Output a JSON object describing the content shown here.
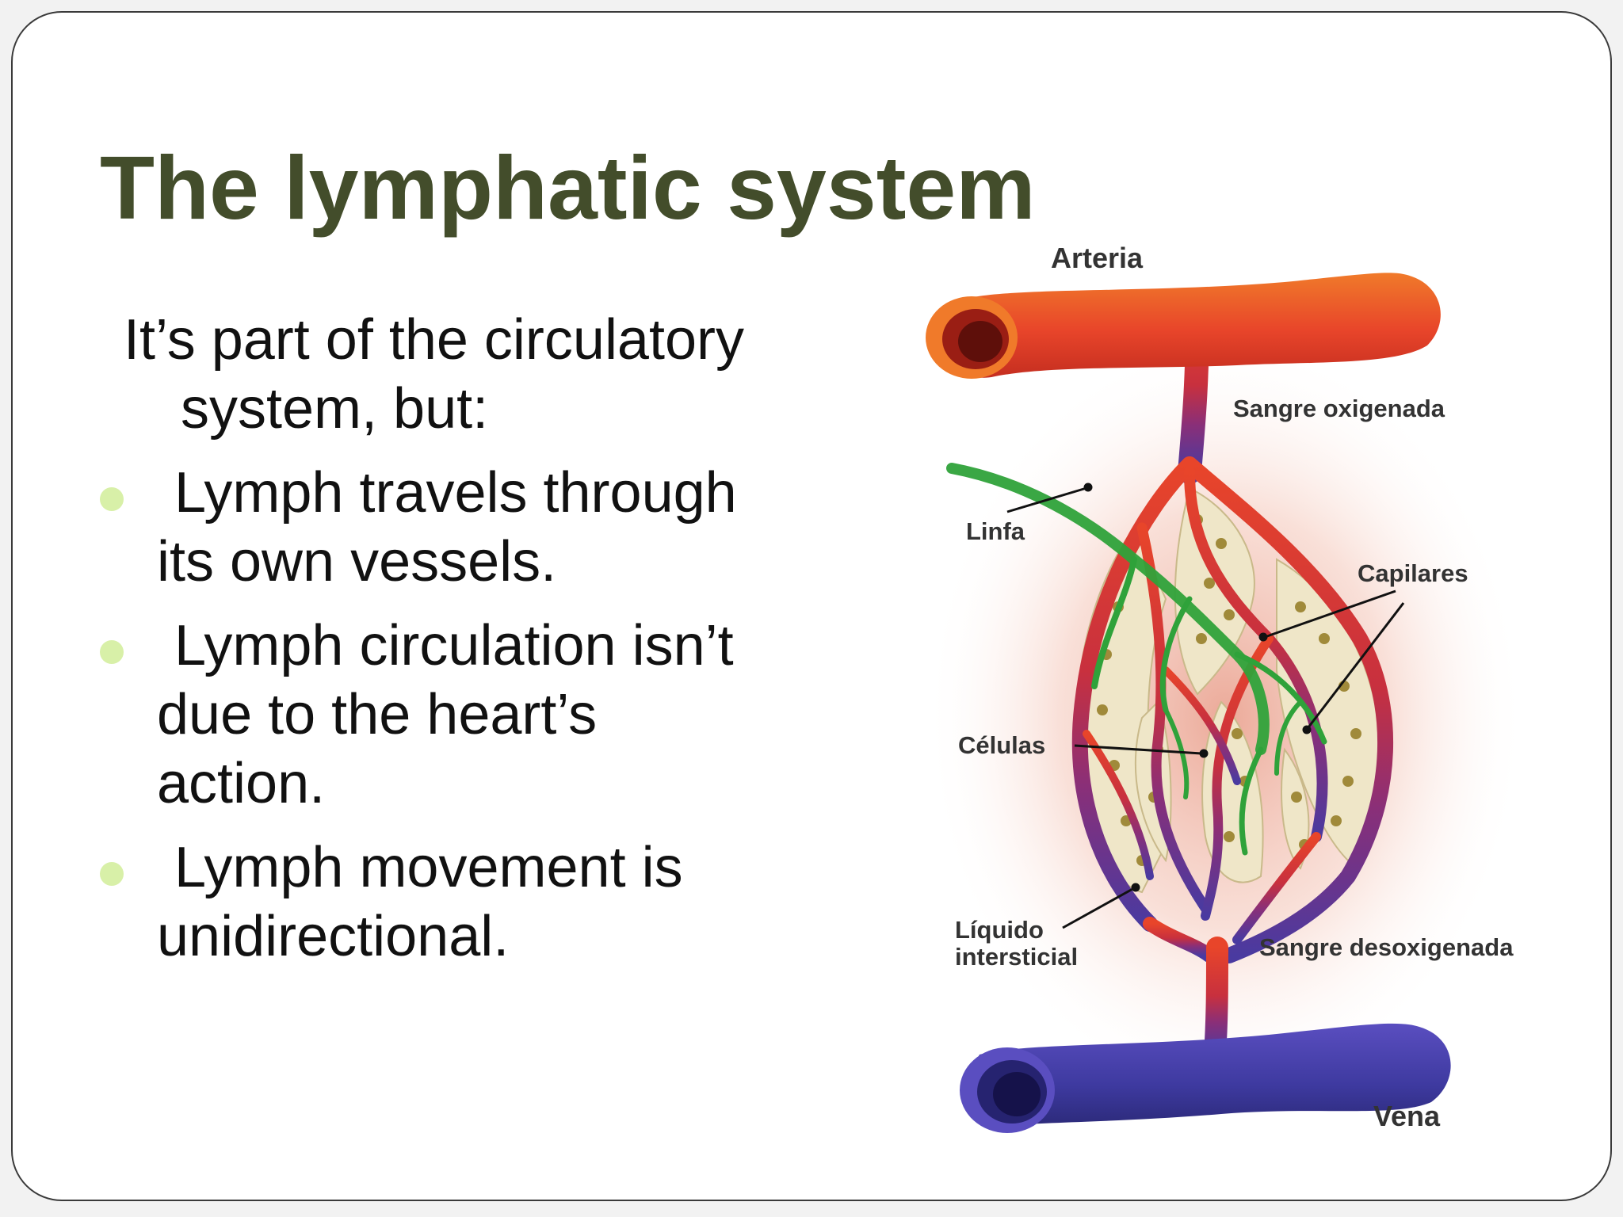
{
  "slide": {
    "title": "The lymphatic system",
    "intro_line1": "It’s part of the circulatory",
    "intro_line2": "system, but:",
    "bullets": [
      {
        "line1": "Lymph travels through",
        "line2": "its own vessels."
      },
      {
        "line1": "Lymph circulation isn’t",
        "line2": "due to the heart’s",
        "line3": "action."
      },
      {
        "line1": "Lymph movement is",
        "line2": "unidirectional."
      }
    ],
    "bullet_color": "#d8f0a8",
    "title_color": "#434d2b"
  },
  "diagram": {
    "labels": {
      "arteria": "Arteria",
      "sangre_oxigenada": "Sangre oxigenada",
      "linfa": "Linfa",
      "capilares": "Capilares",
      "celulas": "Células",
      "liquido_line1": "Líquido",
      "liquido_line2": "intersticial",
      "sangre_desoxigenada": "Sangre desoxigenada",
      "vena": "Vena"
    },
    "colors": {
      "artery": "#e8452a",
      "vein": "#3e3aa0",
      "lymph": "#2fa23a",
      "cells": "#efe6c8",
      "nucleus": "#a08a3a"
    }
  }
}
